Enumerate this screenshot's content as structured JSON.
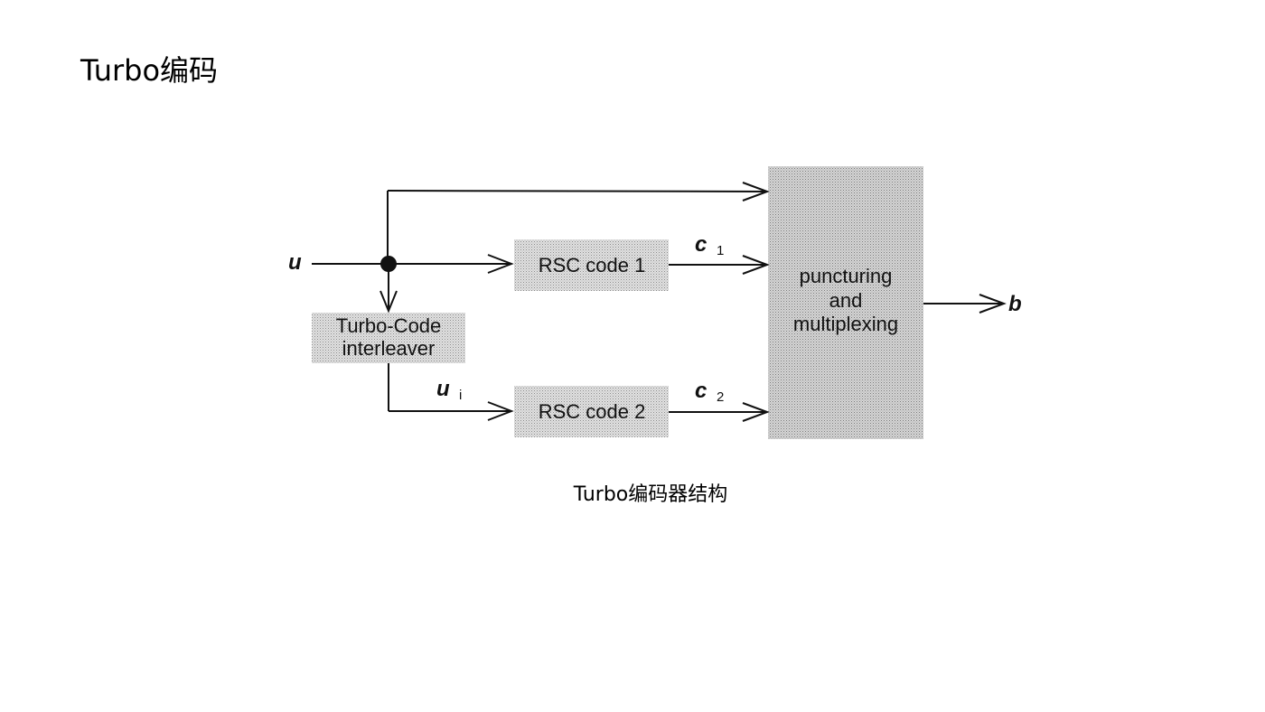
{
  "slide": {
    "title": "Turbo编码",
    "caption": "Turbo编码器结构"
  },
  "diagram": {
    "input_label": "u",
    "interleaver_line1": "Turbo-Code",
    "interleaver_line2": "interleaver",
    "interleaved_label": "u",
    "interleaved_sub": "i",
    "rsc1_label": "RSC code 1",
    "rsc2_label": "RSC code 2",
    "c1_label": "c",
    "c1_sub": "1",
    "c2_label": "c",
    "c2_sub": "2",
    "mux_line1": "puncturing",
    "mux_line2": "and",
    "mux_line3": "multiplexing",
    "output_label": "b",
    "colors": {
      "block_fill": "#d9d9d9",
      "mux_fill": "#cfcfcf",
      "line": "#111111"
    }
  }
}
